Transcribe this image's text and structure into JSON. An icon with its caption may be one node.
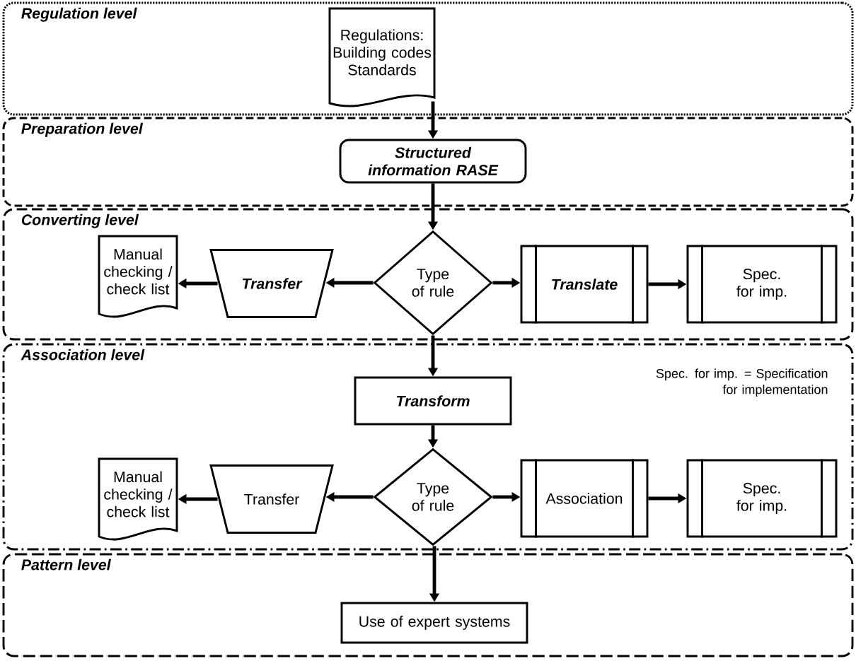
{
  "diagram": {
    "nodes": [
      {
        "text": [
          "Regulation level"
        ]
      },
      {
        "text": [
          "Regulations: Building codes Standards"
        ],
        "in": 0
      },
      {
        "text": [
          "Preparation level"
        ]
      },
      {
        "text": [
          "Structured information RASE"
        ],
        "in": 2
      },
      {
        "text": [
          "Converting level"
        ]
      },
      {
        "text": [
          "Manual checking / check list"
        ],
        "in": 4
      },
      {
        "text": [
          "Transfer"
        ],
        "in": 4
      },
      {
        "text": [
          "Type of rule"
        ],
        "in": 4
      },
      {
        "text": [
          "Translate"
        ],
        "in": 4
      },
      {
        "text": [
          "Spec. for imp."
        ],
        "in": 4
      },
      {
        "text": [
          "Association level"
        ]
      },
      {
        "text": [
          "Transform"
        ],
        "in": 10
      },
      {
        "text": [
          "Manual checking / check list"
        ],
        "in": 10
      },
      {
        "text": [
          "Transfer"
        ],
        "in": 10
      },
      {
        "text": [
          "Type of rule"
        ],
        "in": 10
      },
      {
        "text": [
          "Association"
        ],
        "in": 10
      },
      {
        "text": [
          "Spec. for imp."
        ],
        "in": 10
      },
      {
        "text": [
          "Pattern level"
        ]
      },
      {
        "text": [
          "Use of expert systems"
        ],
        "in": 17
      }
    ],
    "edges": [
      {
        "from": 1,
        "to": 3,
        "arrow": "to"
      },
      {
        "from": 3,
        "to": 7,
        "arrow": "to"
      },
      {
        "from": 7,
        "to": 6,
        "arrow": "to"
      },
      {
        "from": 6,
        "to": 5,
        "arrow": "to"
      },
      {
        "from": 7,
        "to": 8,
        "arrow": "to"
      },
      {
        "from": 8,
        "to": 9,
        "arrow": "to"
      },
      {
        "from": 7,
        "to": 11,
        "arrow": "to"
      },
      {
        "from": 11,
        "to": 14,
        "arrow": "to"
      },
      {
        "from": 14,
        "to": 13,
        "arrow": "to"
      },
      {
        "from": 13,
        "to": 12,
        "arrow": "to"
      },
      {
        "from": 14,
        "to": 15,
        "arrow": "to"
      },
      {
        "from": 15,
        "to": 16,
        "arrow": "to"
      },
      {
        "from": 14,
        "to": 18,
        "arrow": "to"
      }
    ],
    "labels": [
      "Spec. for imp. = Specification for implementation"
    ]
  }
}
